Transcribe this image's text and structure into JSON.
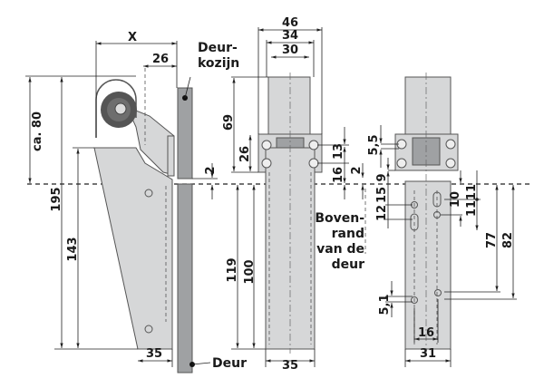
{
  "left_view": {
    "x_label": "X",
    "dim_26": "26",
    "frame_label_1": "Deur-",
    "frame_label_2": "kozijn",
    "dim_ca80": "ca. 80",
    "dim_195": "195",
    "dim_143": "143",
    "dim_2": "2",
    "dim_35": "35",
    "door_label": "Deur"
  },
  "middle_view": {
    "dim_46": "46",
    "dim_34": "34",
    "dim_30": "30",
    "dim_69": "69",
    "dim_26": "26",
    "dim_16": "16",
    "dim_13": "13",
    "dim_2": "2",
    "dim_119": "119",
    "dim_100": "100",
    "dim_35": "35",
    "door_top_label_1": "Boven-",
    "door_top_label_2": "rand",
    "door_top_label_3": "van de",
    "door_top_label_4": "deur"
  },
  "right_view": {
    "dim_5_5": "5,5",
    "dim_9": "9",
    "dim_15": "15",
    "dim_12": "12",
    "dim_10": "10",
    "dim_11a": "11",
    "dim_11b": "11",
    "dim_77": "77",
    "dim_82": "82",
    "dim_5_1": "5,1",
    "dim_16": "16",
    "dim_31": "31"
  },
  "colors": {
    "part": "#d6d7d8",
    "frame": "#9fa1a3",
    "line": "#222222"
  }
}
